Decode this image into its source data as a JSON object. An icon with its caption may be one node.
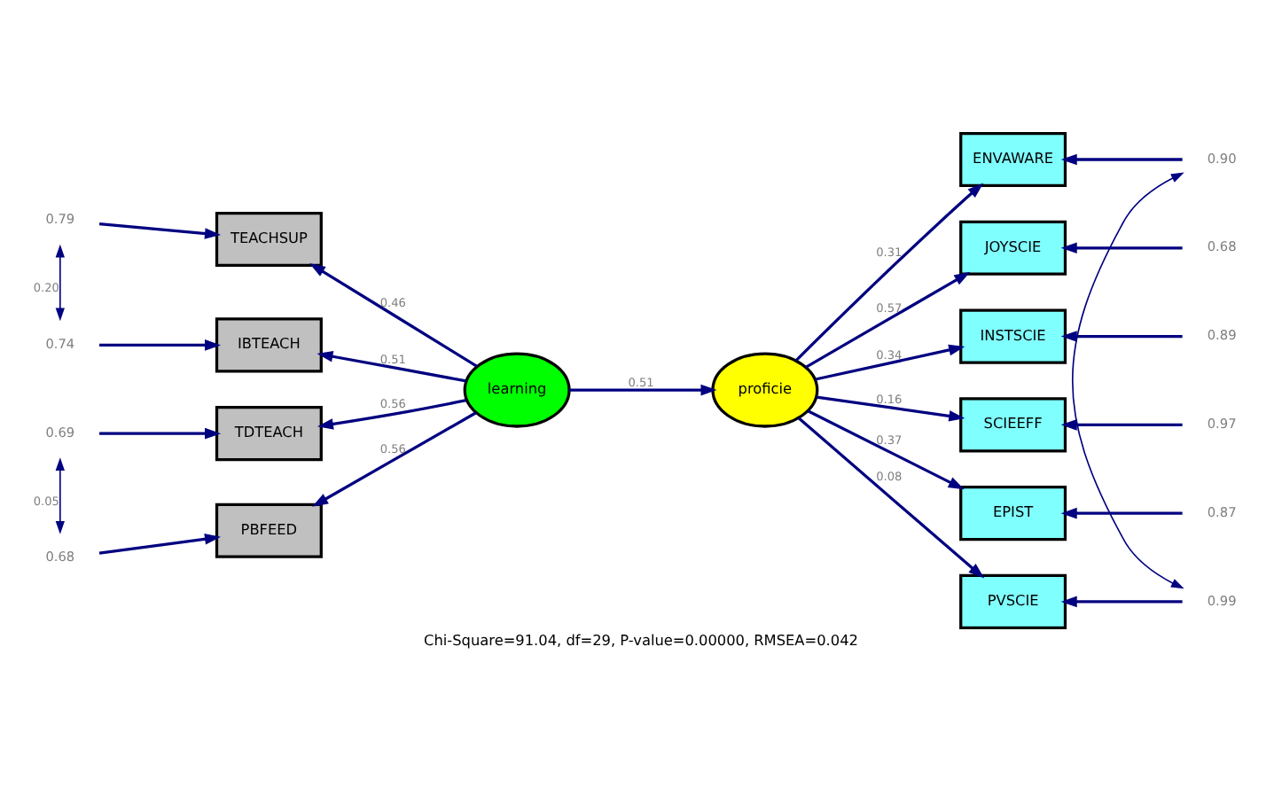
{
  "diagram": {
    "caption": "Chi-Square=91.04, df=29, P-value=0.00000, RMSEA=0.042",
    "nodes": [
      {
        "text": [
          "0.79"
        ]
      },
      {
        "text": [
          "TEACHSUP"
        ]
      },
      {
        "text": [
          "0.74"
        ]
      },
      {
        "text": [
          "IBTEACH"
        ]
      },
      {
        "text": [
          "0.69"
        ]
      },
      {
        "text": [
          "TDTEACH"
        ]
      },
      {
        "text": [
          "0.68"
        ]
      },
      {
        "text": [
          "PBFEED"
        ]
      },
      {
        "text": [
          "learning"
        ]
      },
      {
        "text": [
          "proficie"
        ]
      },
      {
        "text": [
          "ENVAWARE"
        ]
      },
      {
        "text": [
          "0.90"
        ]
      },
      {
        "text": [
          "JOYSCIE"
        ]
      },
      {
        "text": [
          "0.68"
        ]
      },
      {
        "text": [
          "INSTSCIE"
        ]
      },
      {
        "text": [
          "0.89"
        ]
      },
      {
        "text": [
          "SCIEEFF"
        ]
      },
      {
        "text": [
          "0.97"
        ]
      },
      {
        "text": [
          "EPIST"
        ]
      },
      {
        "text": [
          "0.87"
        ]
      },
      {
        "text": [
          "PVSCIE"
        ]
      },
      {
        "text": [
          "0.99"
        ]
      }
    ],
    "edges": [
      {
        "from": 0,
        "to": 1,
        "arrow": "to"
      },
      {
        "from": 2,
        "to": 3,
        "arrow": "to"
      },
      {
        "from": 4,
        "to": 5,
        "arrow": "to"
      },
      {
        "from": 6,
        "to": 7,
        "arrow": "to"
      },
      {
        "from": 0,
        "to": 2,
        "arrow": "both",
        "label": "0.20"
      },
      {
        "from": 4,
        "to": 6,
        "arrow": "both",
        "label": "0.05"
      },
      {
        "from": 8,
        "to": 1,
        "arrow": "to",
        "label": "0.46"
      },
      {
        "from": 8,
        "to": 3,
        "arrow": "to",
        "label": "0.51"
      },
      {
        "from": 8,
        "to": 5,
        "arrow": "to",
        "label": "0.56"
      },
      {
        "from": 8,
        "to": 7,
        "arrow": "to",
        "label": "0.56"
      },
      {
        "from": 8,
        "to": 9,
        "arrow": "to",
        "label": "0.51"
      },
      {
        "from": 9,
        "to": 10,
        "arrow": "to",
        "label": "0.31"
      },
      {
        "from": 9,
        "to": 12,
        "arrow": "to",
        "label": "0.57"
      },
      {
        "from": 9,
        "to": 14,
        "arrow": "to",
        "label": "0.34"
      },
      {
        "from": 9,
        "to": 16,
        "arrow": "to",
        "label": "0.16"
      },
      {
        "from": 9,
        "to": 18,
        "arrow": "to",
        "label": "0.37"
      },
      {
        "from": 9,
        "to": 20,
        "arrow": "to",
        "label": "0.08"
      },
      {
        "from": 11,
        "to": 10,
        "arrow": "to"
      },
      {
        "from": 13,
        "to": 12,
        "arrow": "to"
      },
      {
        "from": 15,
        "to": 14,
        "arrow": "to"
      },
      {
        "from": 17,
        "to": 16,
        "arrow": "to"
      },
      {
        "from": 19,
        "to": 18,
        "arrow": "to"
      },
      {
        "from": 21,
        "to": 20,
        "arrow": "to"
      },
      {
        "from": 11,
        "to": 21,
        "arrow": "both"
      }
    ]
  }
}
